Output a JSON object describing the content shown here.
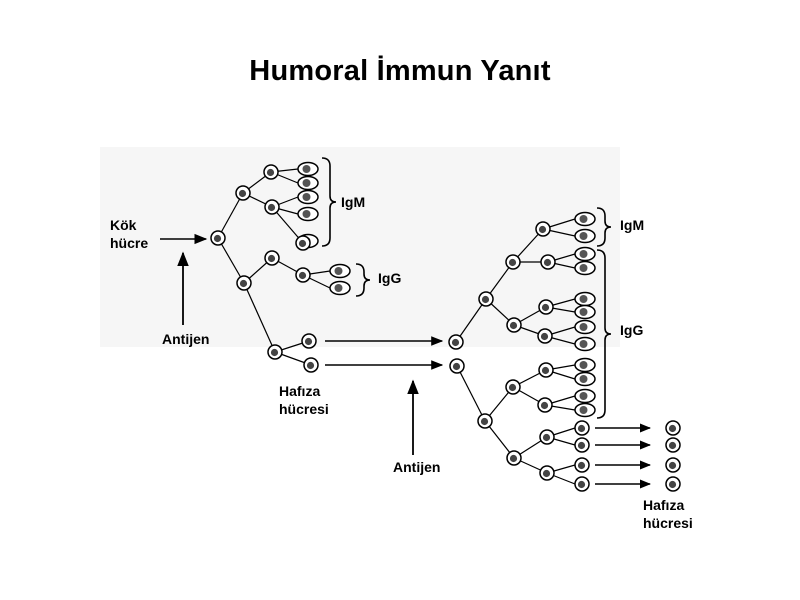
{
  "title": "Humoral İmmun Yanıt",
  "labels": {
    "stem_cell_line1": "Kök",
    "stem_cell_line2": "hücre",
    "antigen_primary": "Antijen",
    "memory_primary_line1": "Hafıza",
    "memory_primary_line2": "hücresi",
    "antigen_secondary": "Antijen",
    "memory_secondary_line1": "Hafıza",
    "memory_secondary_line2": "hücresi",
    "igm_primary": "IgM",
    "igg_primary": "IgG",
    "igm_secondary": "IgM",
    "igg_secondary": "IgG"
  }
}
